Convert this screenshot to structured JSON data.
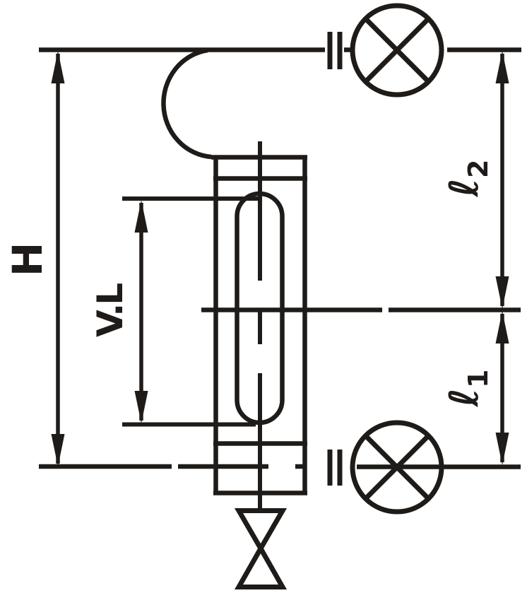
{
  "colors": {
    "ink": "#1e1b18",
    "background": "#ffffff"
  },
  "labels": {
    "overall_height": "H",
    "visible_level": "V.L",
    "upper_span_symbol": "ℓ",
    "upper_span_subscript": "2",
    "lower_span_symbol": "ℓ",
    "lower_span_subscript": "1"
  }
}
